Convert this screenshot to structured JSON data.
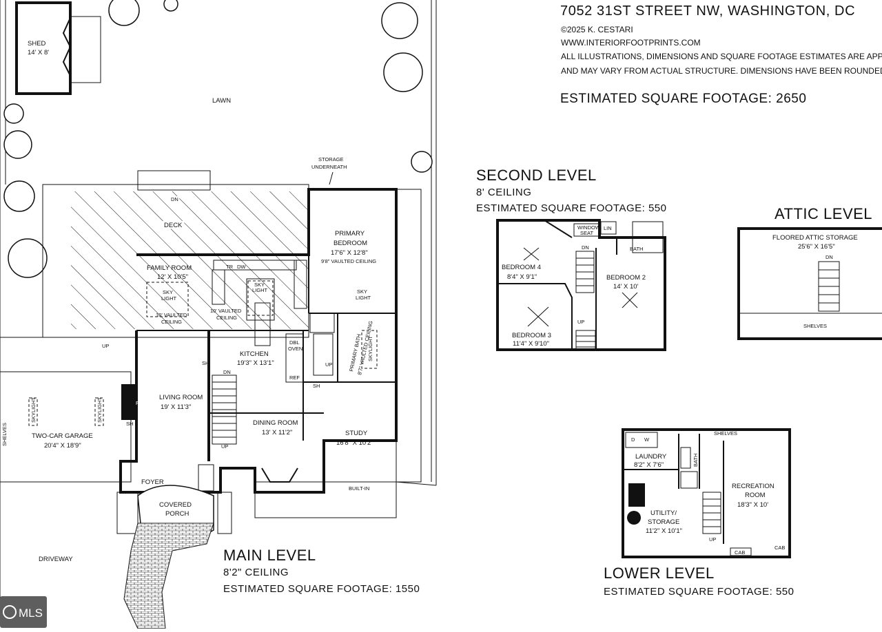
{
  "header": {
    "address": "7052 31ST STREET NW, WASHINGTON, DC",
    "copyright": "©2025 K. CESTARI",
    "website": "WWW.INTERIORFOOTPRINTS.COM",
    "disclaimer_1": "ALL ILLUSTRATIONS, DIMENSIONS AND SQUARE FOOTAGE ESTIMATES ARE APP",
    "disclaimer_2": "AND MAY VARY FROM ACTUAL STRUCTURE. DIMENSIONS HAVE BEEN ROUNDED",
    "total_sqft": "ESTIMATED SQUARE FOOTAGE: 2650"
  },
  "site": {
    "shed": "SHED",
    "shed_dim": "14' X 8'",
    "lawn": "LAWN",
    "storage": "STORAGE",
    "underneath": "UNDERNEATH",
    "deck": "DECK",
    "driveway": "DRIVEWAY",
    "dn": "DN",
    "up": "UP"
  },
  "main_level": {
    "title": "MAIN LEVEL",
    "ceiling": "8'2\" CEILING",
    "sqft": "ESTIMATED SQUARE FOOTAGE: 1550",
    "rooms": {
      "family": "FAMILY ROOM",
      "family_dim": "12' X 10'5\"",
      "family_ceiling_1": "10' VAULTED",
      "family_ceiling_2": "CEILING",
      "sky_1": "SKY",
      "sky_2": "LIGHT",
      "kitchen": "KITCHEN",
      "kitchen_dim": "19'3\" X 13'1\"",
      "kitchen_ceiling_1": "10' VAULTED",
      "kitchen_ceiling_2": "CEILING",
      "tr": "TR",
      "dw": "DW",
      "dbl": "DBL",
      "oven": "OVEN",
      "ref": "REF",
      "primary_bedroom_1": "PRIMARY",
      "primary_bedroom_2": "BEDROOM",
      "primary_bedroom_dim": "17'6\" X 12'8\"",
      "primary_bedroom_ceiling": "9'8\" VAULTED CEILING",
      "primary_bath": "PRIMARY BATH",
      "primary_bath_ceiling": "8'7\" VAULTED CEILING",
      "skylight": "SKYLIGHT",
      "living": "LIVING ROOM",
      "living_dim": "19' X 11'3\"",
      "fp": "FP",
      "sh": "SH",
      "dining": "DINING ROOM",
      "dining_dim": "13' X 11'2\"",
      "study": "STUDY",
      "study_dim": "16'8\" X 10'2\"",
      "built_in": "BUILT-IN",
      "foyer": "FOYER",
      "porch_1": "COVERED",
      "porch_2": "PORCH",
      "garage": "TWO-CAR GARAGE",
      "garage_dim": "20'4\" X 18'9\"",
      "shelves": "SHELVES"
    }
  },
  "second_level": {
    "title": "SECOND LEVEL",
    "ceiling": "8' CEILING",
    "sqft": "ESTIMATED SQUARE FOOTAGE: 550",
    "bedroom4": "BEDROOM 4",
    "bedroom4_dim": "8'4\" X 9'1\"",
    "bedroom3": "BEDROOM 3",
    "bedroom3_dim": "11'4\" X 9'10\"",
    "bedroom2": "BEDROOM 2",
    "bedroom2_dim": "14' X 10'",
    "window_1": "WINDOW",
    "window_2": "SEAT",
    "lin": "LIN",
    "bath": "BATH"
  },
  "attic_level": {
    "title": "ATTIC LEVEL",
    "storage": "FLOORED ATTIC STORAGE",
    "storage_dim": "25'6\" X 16'5\"",
    "shelves": "SHELVES"
  },
  "lower_level": {
    "title": "LOWER LEVEL",
    "sqft": "ESTIMATED SQUARE FOOTAGE: 550",
    "laundry": "LAUNDRY",
    "laundry_dim": "8'2\" X 7'6\"",
    "d": "D",
    "w": "W",
    "bath": "BATH",
    "utility_1": "UTILITY/",
    "utility_2": "STORAGE",
    "utility_dim": "11'2\" X 10'1\"",
    "recreation_1": "RECREATION",
    "recreation_2": "ROOM",
    "recreation_dim": "18'3\" X 10'",
    "shelves": "SHELVES",
    "cab": "CAB"
  },
  "watermark": "MLS"
}
